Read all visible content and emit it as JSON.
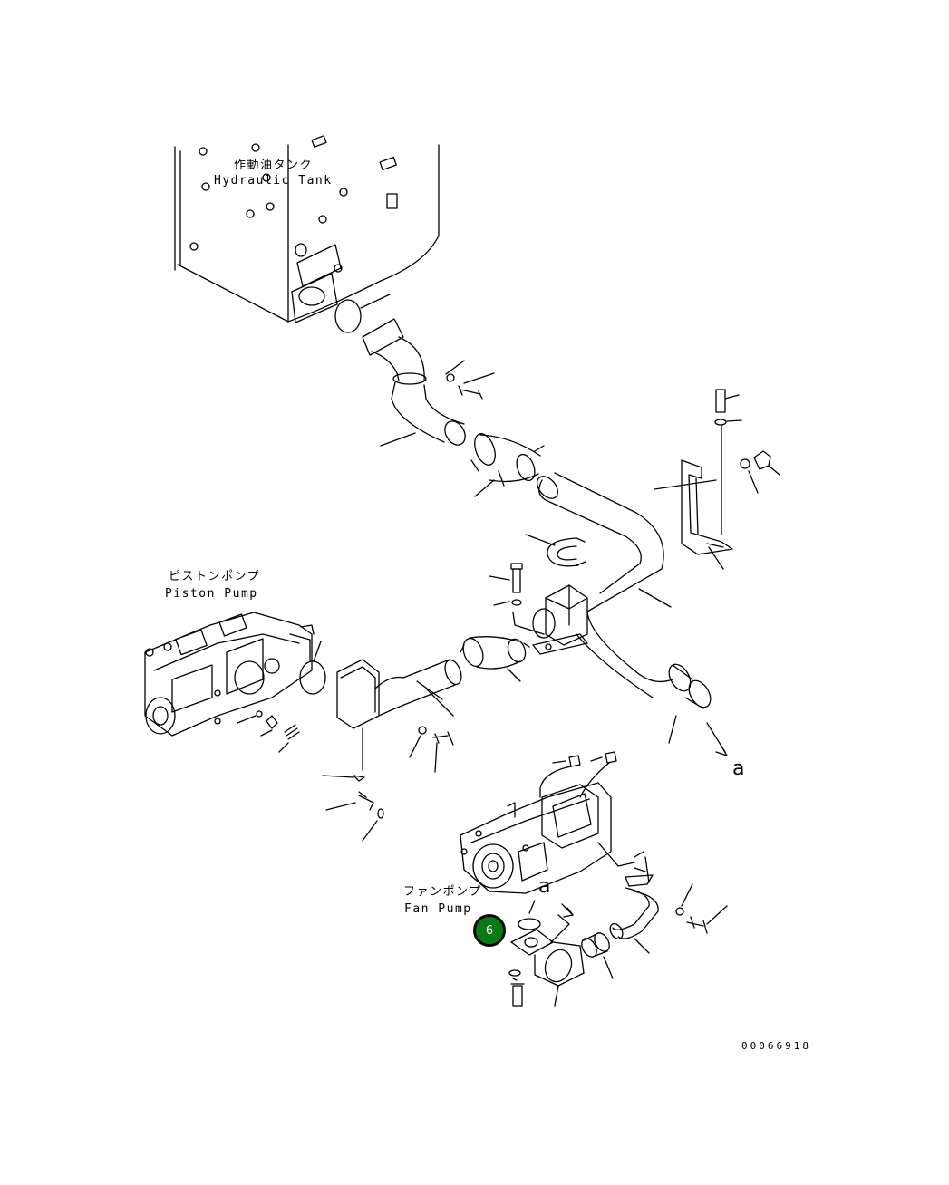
{
  "labels": {
    "hydraulic_tank_jp": "作動油タンク",
    "hydraulic_tank_en": "Hydraulic Tank",
    "piston_pump_jp": "ピストンポンプ",
    "piston_pump_en": "Piston Pump",
    "fan_pump_jp": "ファンポンプ",
    "fan_pump_en": "Fan Pump",
    "connection_a_upper": "a",
    "connection_a_lower": "a"
  },
  "callouts": [
    {
      "number": "6",
      "color": "#0b7a14"
    }
  ],
  "document_number": "00066918"
}
